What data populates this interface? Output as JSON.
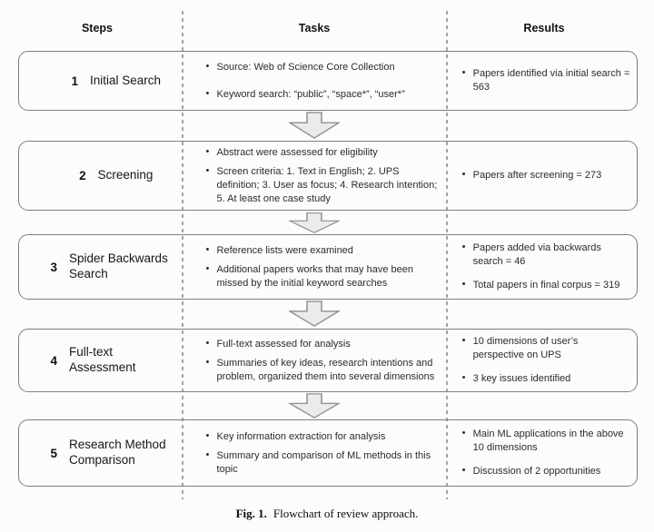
{
  "header": {
    "columns": [
      "Steps",
      "Tasks",
      "Results"
    ]
  },
  "rows": [
    {
      "number": "1",
      "step": "Initial Search",
      "tasks": [
        "Source: Web of Science Core Collection",
        "Keyword search: “public”, “space*”, “user*”"
      ],
      "results": [
        "Papers identified via initial search = 563"
      ]
    },
    {
      "number": "2",
      "step": "Screening",
      "tasks": [
        "Abstract were assessed for eligibility",
        "Screen criteria: 1. Text in English; 2. UPS definition; 3. User as focus; 4. Research intention; 5. At least one case study"
      ],
      "results": [
        "Papers after screening = 273"
      ]
    },
    {
      "number": "3",
      "step": "Spider Backwards Search",
      "tasks": [
        "Reference lists were examined",
        "Additional papers works that may have been missed by the initial keyword searches"
      ],
      "results": [
        "Papers added via backwards search = 46",
        "Total papers in final corpus = 319"
      ]
    },
    {
      "number": "4",
      "step": "Full-text Assessment",
      "tasks": [
        "Full-text assessed for analysis",
        "Summaries of key ideas, research intentions and problem, organized them into several dimensions"
      ],
      "results": [
        "10 dimensions of user’s perspective on UPS",
        "3 key issues identified"
      ]
    },
    {
      "number": "5",
      "step": "Research Method Comparison",
      "tasks": [
        "Key information extraction for analysis",
        "Summary and comparison of ML methods in this topic"
      ],
      "results": [
        "Main ML applications in the above 10 dimensions",
        "Discussion of 2 opportunities"
      ]
    }
  ],
  "caption": {
    "label": "Fig. 1.",
    "text": "Flowchart of review approach."
  },
  "colors": {
    "box_border": "#7e7e7e",
    "arrow_fill": "#ebebeb",
    "arrow_border": "#8f8f8f",
    "divider": "#a3a3a3",
    "text": "#2b2b2b"
  }
}
